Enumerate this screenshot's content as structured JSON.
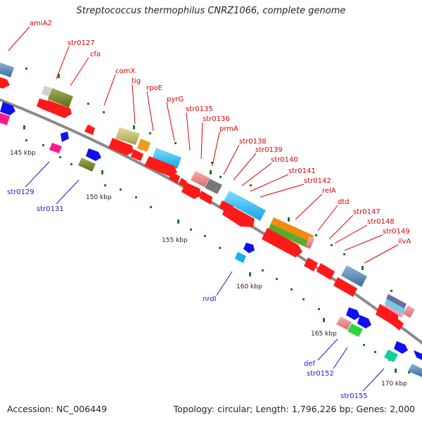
{
  "title": "Streptococcus thermophilus CNRZ1066, complete genome",
  "footer": {
    "accession": "Accession: NC_006449",
    "summary": "Topology: circular; Length: 1,796,226 bp; Genes: 2,000"
  },
  "colors": {
    "backbone": "#8a8a8a",
    "red_label": "#dd0000",
    "blue_label": "#1a1acc",
    "tick": "#1f7a1f",
    "gene_red": "#ff1a1a",
    "gene_blue": "#1010ee"
  },
  "scale_labels": [
    "145 kbp",
    "150 kbp",
    "155 kbp",
    "160 kbp",
    "165 kbp",
    "170 kbp"
  ],
  "upper_labels": [
    "amiA2",
    "str0127",
    "cfa",
    "comX",
    "tig",
    "rpoE",
    "pyrG",
    "str0135",
    "str0136",
    "prmA",
    "str0138",
    "str0139",
    "str0140",
    "str0141",
    "str0142",
    "relA",
    "dtd",
    "str0147",
    "str0148",
    "str0149",
    "ilvA"
  ],
  "lower_labels": [
    "str0129",
    "str0131",
    "nrdI",
    "def",
    "str0152",
    "str0155"
  ]
}
